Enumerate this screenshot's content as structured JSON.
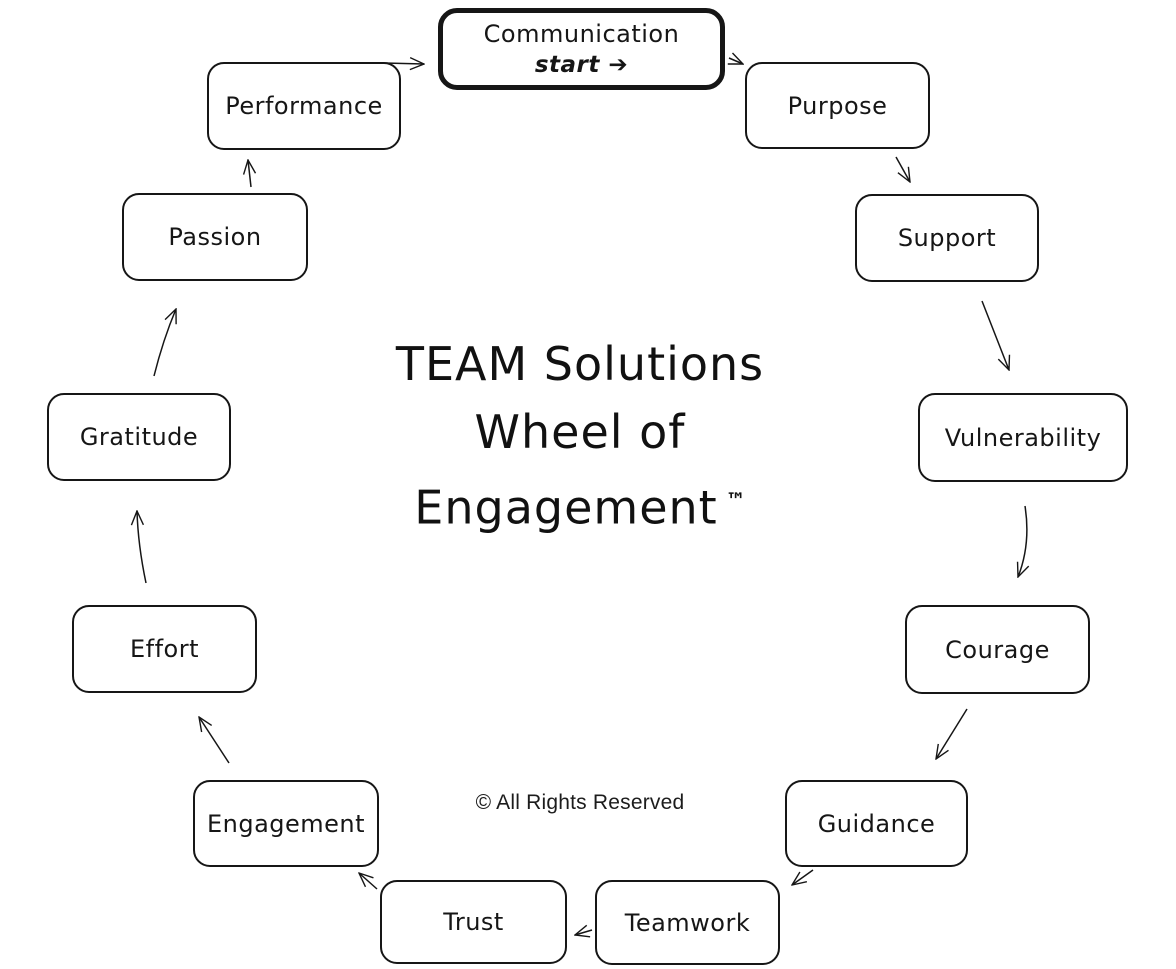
{
  "diagram": {
    "title_lines": [
      "TEAM Solutions",
      "Wheel of",
      "Engagement"
    ],
    "trademark": "™",
    "copyright": "© All Rights Reserved",
    "start_label": "start ➔",
    "colors": {
      "background": "#ffffff",
      "box_border": "#161616",
      "text": "#161616"
    },
    "nodes": [
      {
        "label": "Communication",
        "start": true
      },
      {
        "label": "Purpose"
      },
      {
        "label": "Support"
      },
      {
        "label": "Vulnerability"
      },
      {
        "label": "Courage"
      },
      {
        "label": "Guidance"
      },
      {
        "label": "Teamwork"
      },
      {
        "label": "Trust"
      },
      {
        "label": "Engagement"
      },
      {
        "label": "Effort"
      },
      {
        "label": "Gratitude"
      },
      {
        "label": "Passion"
      },
      {
        "label": "Performance"
      }
    ]
  }
}
